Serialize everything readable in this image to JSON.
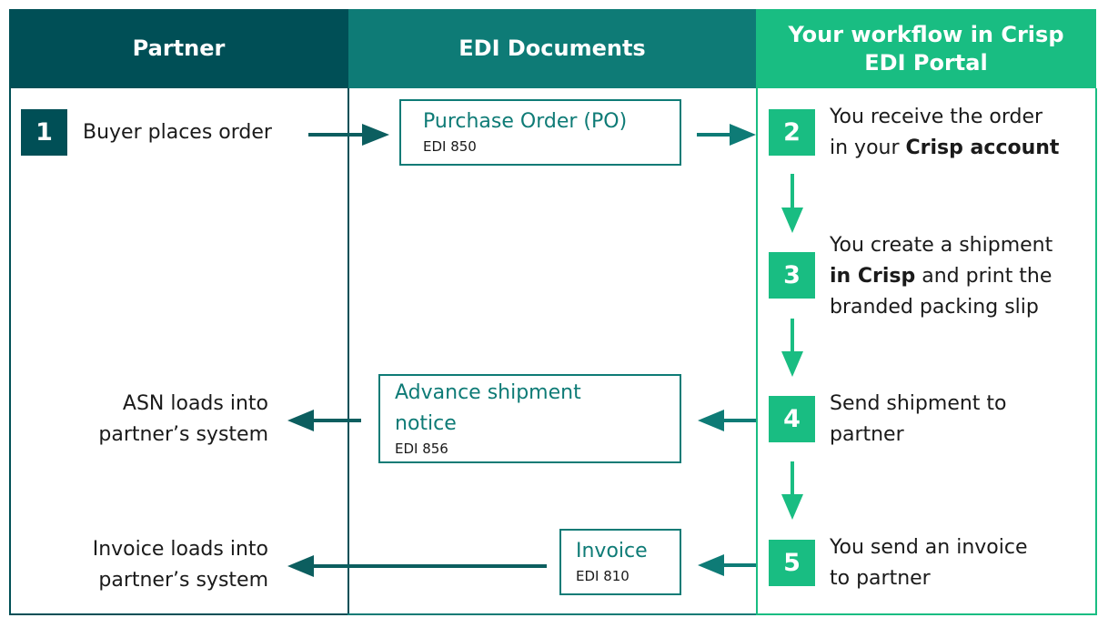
{
  "colors": {
    "partner_header": "#004f56",
    "edi_header": "#0e7b76",
    "workflow_header": "#19bd82",
    "partner_step": "#004f56",
    "workflow_step": "#19bd82",
    "arrow_partner": "#0c5e5f",
    "arrow_edi": "#0e7b76",
    "arrow_workflow": "#19bd82"
  },
  "headers": {
    "partner": "Partner",
    "edi": "EDI Documents",
    "workflow_line1": "Your workflow in Crisp",
    "workflow_line2": "EDI Portal"
  },
  "partner": {
    "step1_number": "1",
    "step1_text": "Buyer places order",
    "asn_line1": "ASN loads into",
    "asn_line2": "partner’s system",
    "invoice_line1": "Invoice loads into",
    "invoice_line2": "partner’s system"
  },
  "documents": {
    "po_title": "Purchase Order (PO)",
    "po_code": "EDI 850",
    "asn_title_line1": "Advance shipment",
    "asn_title_line2": "notice",
    "asn_code": "EDI 856",
    "invoice_title": "Invoice",
    "invoice_code": "EDI 810"
  },
  "workflow": {
    "step2_number": "2",
    "step2_line1": "You receive the order",
    "step2_line2_pre": "in your ",
    "step2_line2_bold": "Crisp account",
    "step3_number": "3",
    "step3_line1": "You create a shipment",
    "step3_line2_bold": "in Crisp",
    "step3_line2_post": " and print the",
    "step3_line3": "branded packing slip",
    "step4_number": "4",
    "step4_line1": "Send shipment to",
    "step4_line2": "partner",
    "step5_number": "5",
    "step5_line1": "You send an invoice",
    "step5_line2": "to partner"
  }
}
